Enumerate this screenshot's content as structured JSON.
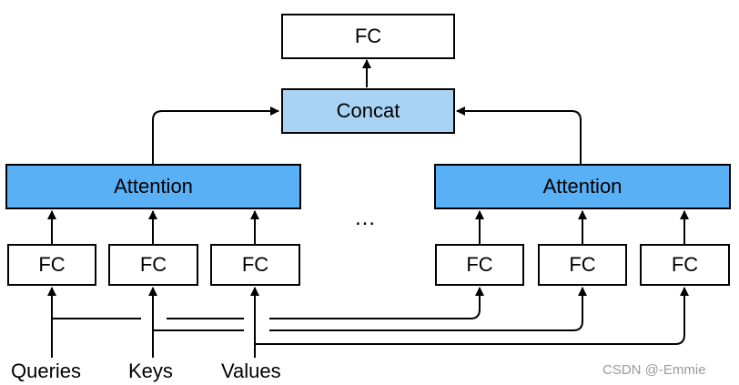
{
  "diagram": {
    "top_fc": "FC",
    "concat": "Concat",
    "attention_heads": [
      "Attention",
      "Attention"
    ],
    "fc_label": "FC",
    "ellipsis": "…",
    "inputs": [
      "Queries",
      "Keys",
      "Values"
    ]
  },
  "watermark": "CSDN @-Emmie",
  "colors": {
    "concat_fill": "#a9d3f5",
    "attention_fill": "#5ab0f5",
    "line": "#000000",
    "watermark": "#9a9a9a"
  }
}
